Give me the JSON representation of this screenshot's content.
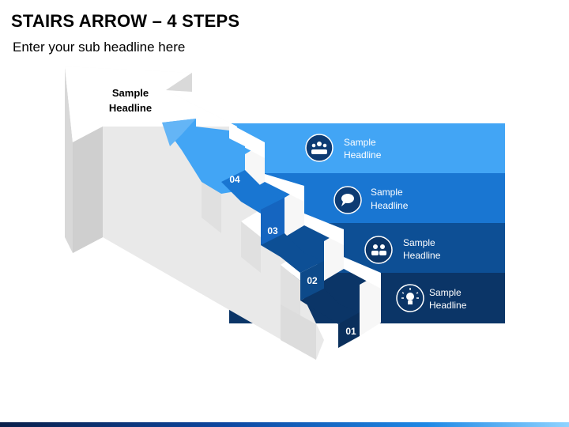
{
  "slide": {
    "title": "STAIRS ARROW – 4 STEPS",
    "subtitle": "Enter your sub headline here"
  },
  "arrow": {
    "headline": [
      "Sample",
      "Headline"
    ]
  },
  "steps": [
    {
      "number": "04",
      "label": [
        "Sample",
        "Headline"
      ],
      "icon": "people-group-icon",
      "color": "#42a5f5"
    },
    {
      "number": "03",
      "label": [
        "Sample",
        "Headline"
      ],
      "icon": "speech-bubble-icon",
      "color": "#1976d2"
    },
    {
      "number": "02",
      "label": [
        "Sample",
        "Headline"
      ],
      "icon": "two-people-icon",
      "color": "#0d4f95"
    },
    {
      "number": "01",
      "label": [
        "Sample",
        "Headline"
      ],
      "icon": "lightbulb-icon",
      "color": "#0b3567"
    }
  ],
  "colors": {
    "stair_face": "#ffffff",
    "stair_side": "#e8e8e8",
    "stair_shadow": "#d2d2d2"
  }
}
